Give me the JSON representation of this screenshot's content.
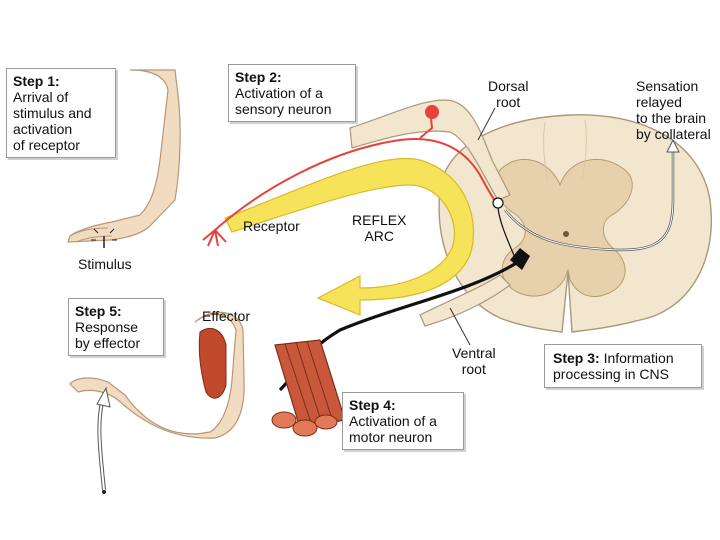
{
  "steps": {
    "step1": {
      "title": "Step 1:",
      "lines": [
        "Arrival of",
        "stimulus and",
        "activation",
        "of receptor"
      ]
    },
    "step2": {
      "title": "Step 2:",
      "lines": [
        "Activation of a",
        "sensory neuron"
      ]
    },
    "step3": {
      "title": "Step 3:",
      "text": " Information",
      "lines": [
        "processing in CNS"
      ]
    },
    "step4": {
      "title": "Step 4:",
      "lines": [
        "Activation of a",
        "motor neuron"
      ]
    },
    "step5": {
      "title": "Step 5:",
      "lines": [
        "Response",
        "by effector"
      ]
    }
  },
  "labels": {
    "stimulus": "Stimulus",
    "receptor": "Receptor",
    "reflex": [
      "REFLEX",
      "ARC"
    ],
    "dorsal_root": [
      "Dorsal",
      "root"
    ],
    "ventral_root": [
      "Ventral",
      "root"
    ],
    "sensation": [
      "Sensation",
      "relayed",
      "to the brain",
      "by collateral"
    ],
    "effector": "Effector"
  },
  "colors": {
    "sensory_neuron": "#e8403a",
    "motor_neuron": "#111111",
    "reflex_arrow": "#f6e35a",
    "spinal_white_matter": "#f3e6cf",
    "spinal_gray_matter": "#e7d1ad",
    "skin": "#f2dcc1",
    "muscle": "#c24a2c"
  }
}
